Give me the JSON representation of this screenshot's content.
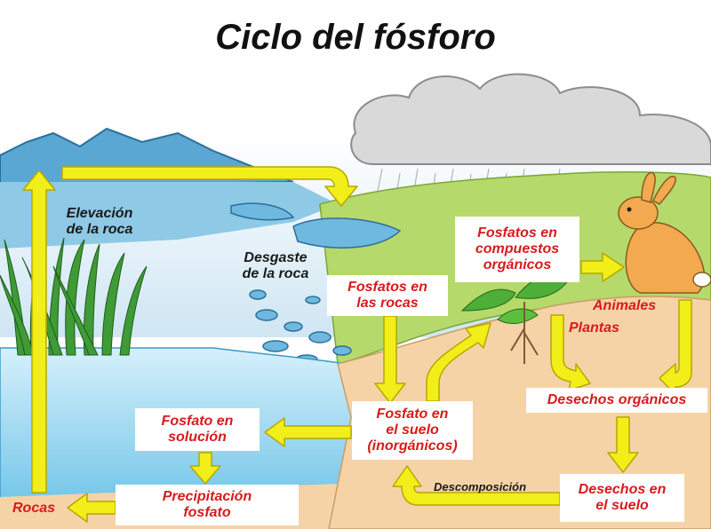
{
  "title": "Ciclo del fósforo",
  "labels": {
    "elevacion": "Elevación\nde la roca",
    "desgaste": "Desgaste\nde la roca",
    "animales": "Animales",
    "plantas": "Plantas",
    "rocas": "Rocas",
    "descomposicion": "Descomposición"
  },
  "boxes": {
    "fosfatos_rocas": "Fosfatos en\nlas rocas",
    "fosfatos_organicos": "Fosfatos en\ncompuestos\norgánicos",
    "fosfato_suelo": "Fosfato en\nel suelo\n(inorgánicos)",
    "fosfato_solucion": "Fosfato en\nsolución",
    "precipitacion": "Precipitación\nfosfato",
    "desechos_organicos": "Desechos orgánicos",
    "desechos_suelo": "Desechos en\nel suelo"
  },
  "colors": {
    "arrow": "#f2ee1a",
    "arrow_stroke": "#b5a800",
    "label_red": "#d81b1b",
    "water": "#8fd3ee",
    "soil": "#f6d3a6",
    "grass": "#b5d96a",
    "sky": "#cfe6f3"
  }
}
